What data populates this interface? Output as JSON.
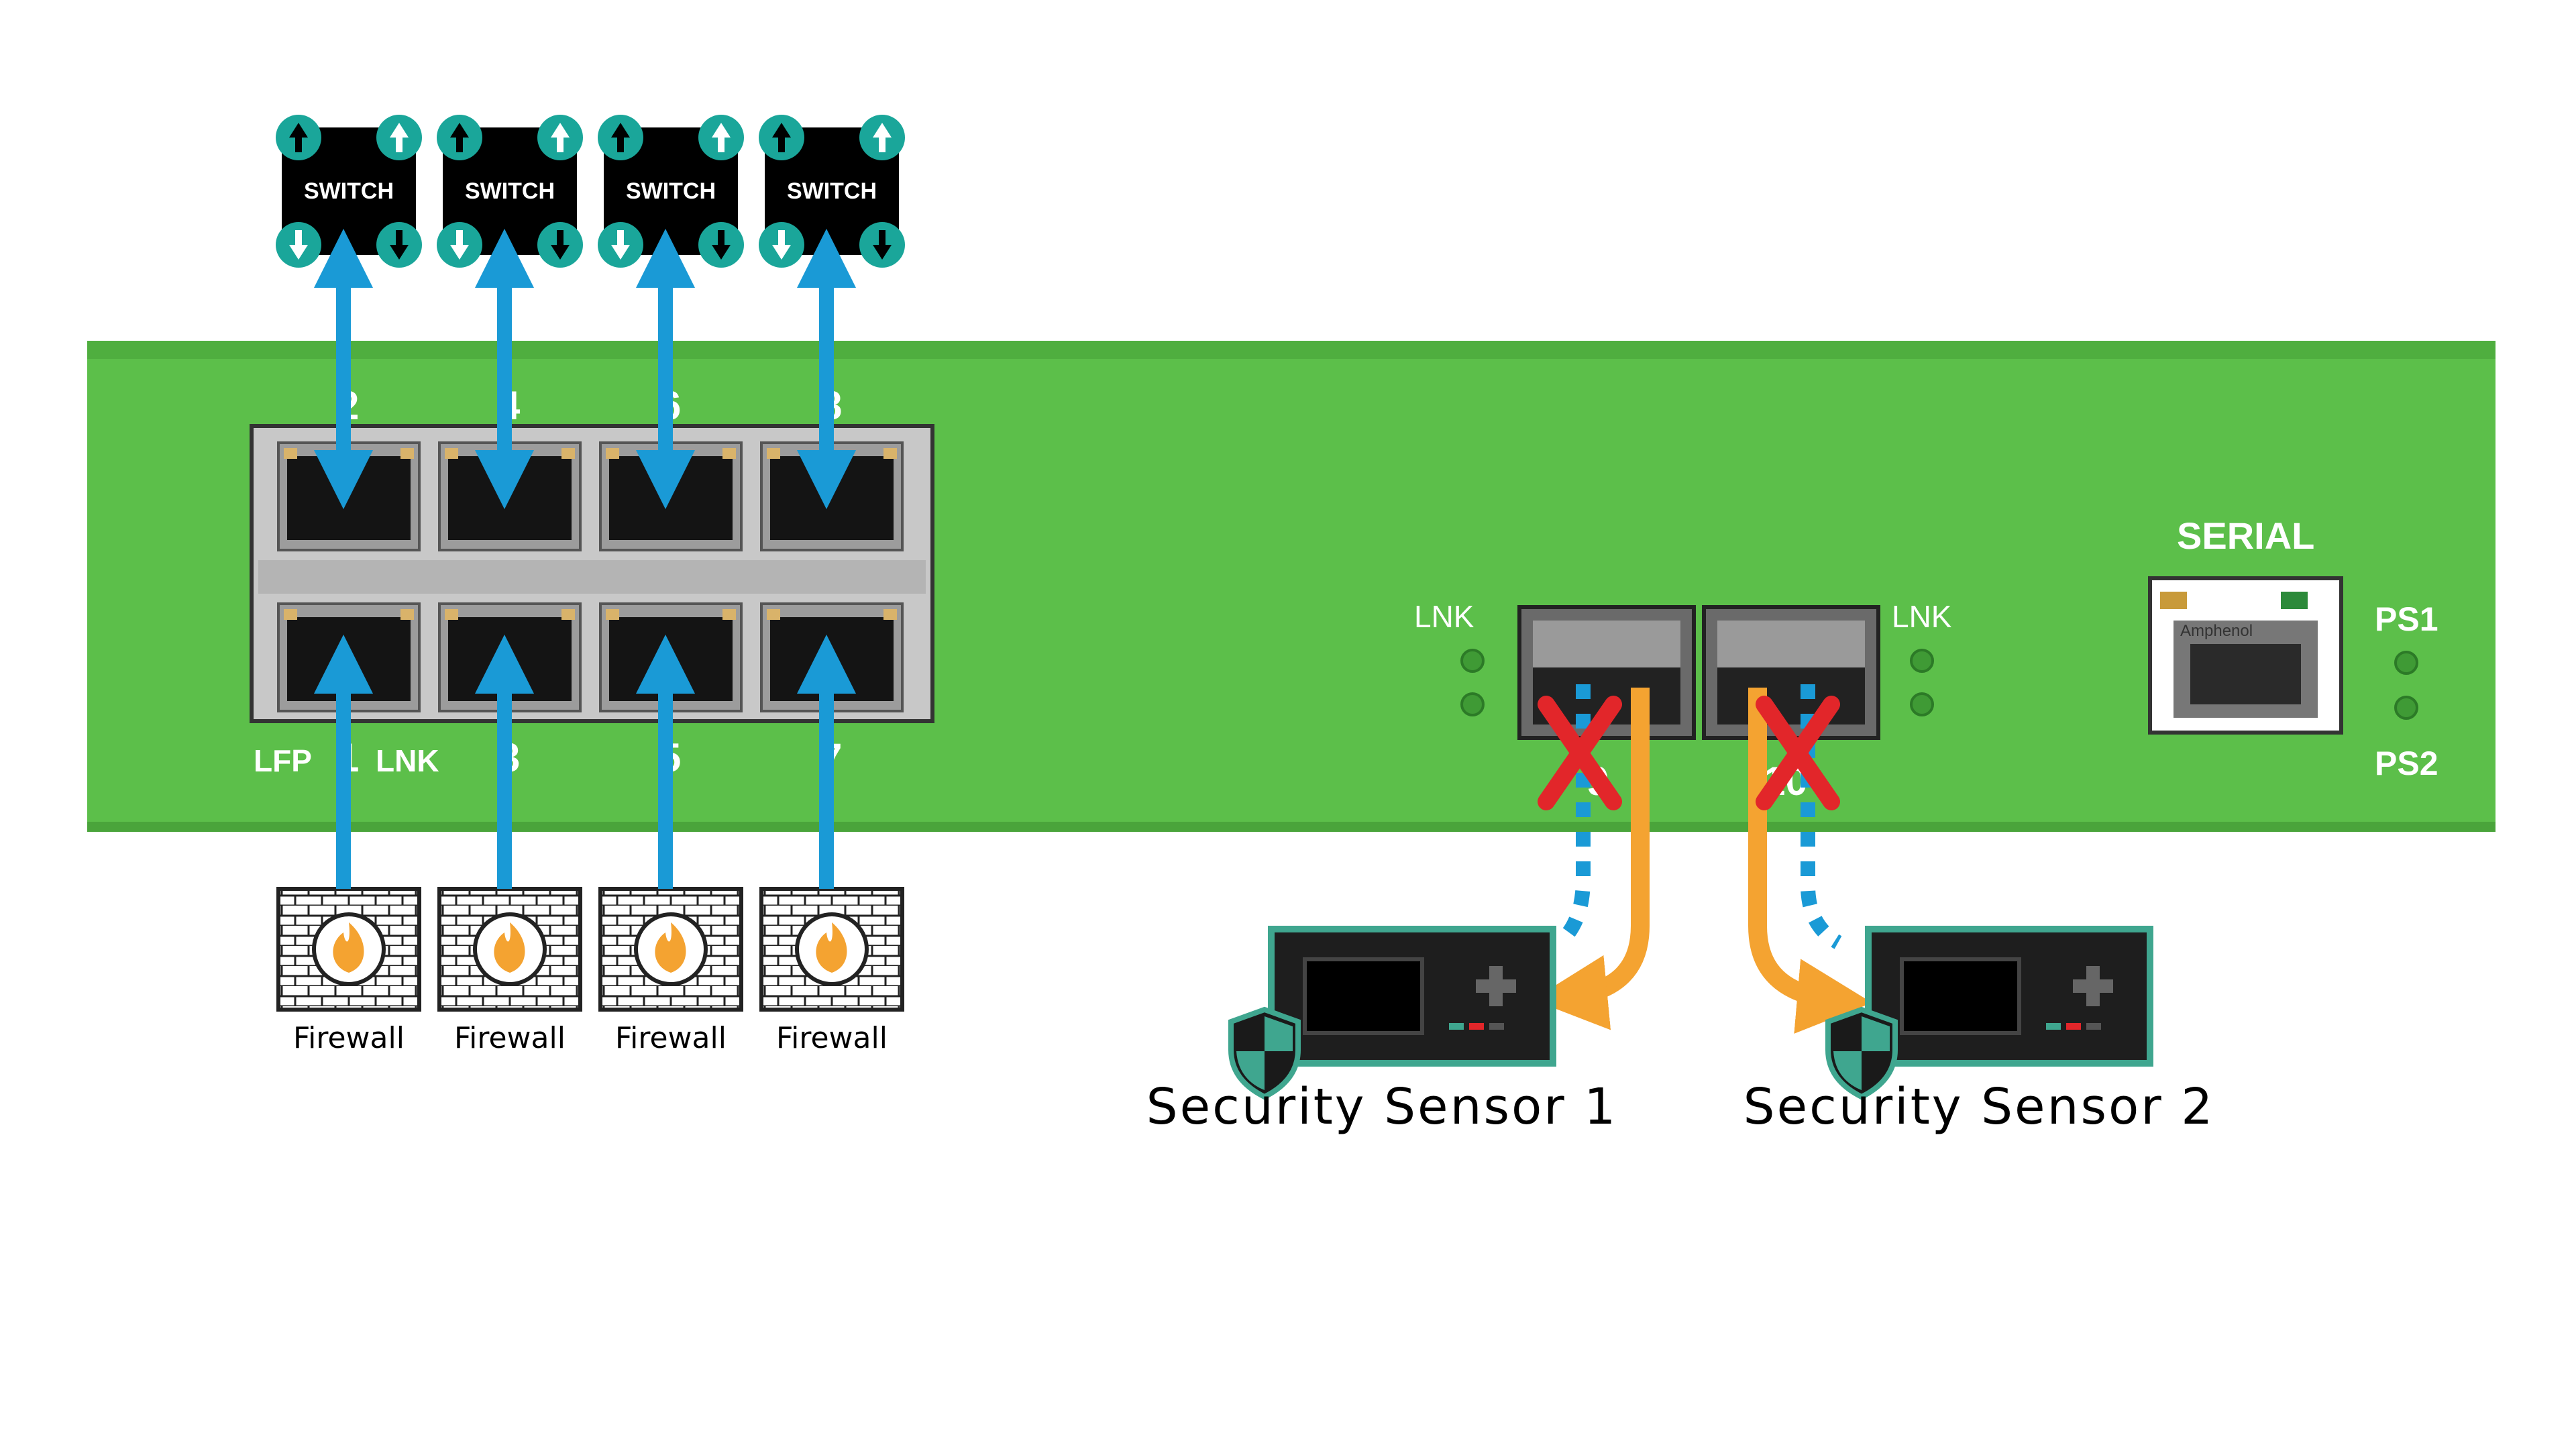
{
  "colors": {
    "chassis": "#5cbf4a",
    "chassis_dark": "#3f9a35",
    "link_blue": "#1a9ad6",
    "tap_orange": "#f4a331",
    "cross_red": "#e2262a",
    "teal": "#1aa69a",
    "sensor_border": "#3fa68f"
  },
  "switches": [
    {
      "label": "SWITCH"
    },
    {
      "label": "SWITCH"
    },
    {
      "label": "SWITCH"
    },
    {
      "label": "SWITCH"
    }
  ],
  "firewalls": [
    {
      "label": "Firewall"
    },
    {
      "label": "Firewall"
    },
    {
      "label": "Firewall"
    },
    {
      "label": "Firewall"
    }
  ],
  "device": {
    "top_port_numbers": [
      "2",
      "4",
      "6",
      "8"
    ],
    "bottom_port_numbers": [
      "1",
      "3",
      "5",
      "7"
    ],
    "lfp_label": "LFP",
    "lnk_label_left": "LNK",
    "sfp_lnk_left": "LNK",
    "sfp_lnk_right": "LNK",
    "sfp_port_numbers": [
      "9",
      "10"
    ],
    "serial_label": "SERIAL",
    "serial_connector_text": "Amphenol",
    "ps1_label": "PS1",
    "ps2_label": "PS2"
  },
  "sensors": [
    {
      "label": "Security Sensor 1"
    },
    {
      "label": "Security Sensor 2"
    }
  ]
}
